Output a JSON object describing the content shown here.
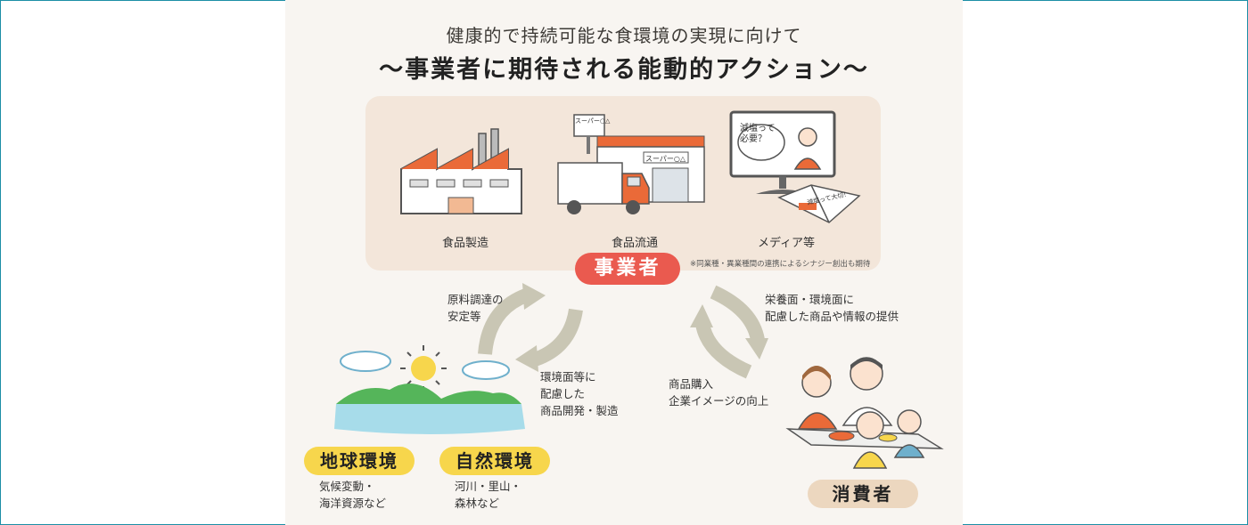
{
  "title": {
    "line1": "健康的で持続可能な食環境の実現に向けて",
    "line2": "〜事業者に期待される能動的アクション〜"
  },
  "business": {
    "label": "事業者",
    "note": "※同業種・異業種間の連携によるシナジー創出も期待",
    "categories": [
      "食品製造",
      "食品流通",
      "メディア等"
    ],
    "store_sign": "スーパー○△",
    "speech_bubble": "減塩って\n必要？",
    "magazine_text": "減塩って大切！"
  },
  "flows": {
    "sourcing": "原料調達の\n安定等",
    "eco_products": "環境面等に\n配慮した\n商品開発・製造",
    "offerings": "栄養面・環境面に\n配慮した商品や情報の提供",
    "purchase": "商品購入\n企業イメージの向上"
  },
  "environment": {
    "global": {
      "label": "地球環境",
      "desc": "気候変動・\n海洋資源など"
    },
    "natural": {
      "label": "自然環境",
      "desc": "河川・里山・\n森林など"
    }
  },
  "consumer": {
    "label": "消費者"
  },
  "colors": {
    "accent_red": "#ea5a4f",
    "accent_yellow": "#f7d64c",
    "beige": "#ecd7bf",
    "panel": "#f3e6da",
    "arrow_gray": "#c9c6b4"
  }
}
